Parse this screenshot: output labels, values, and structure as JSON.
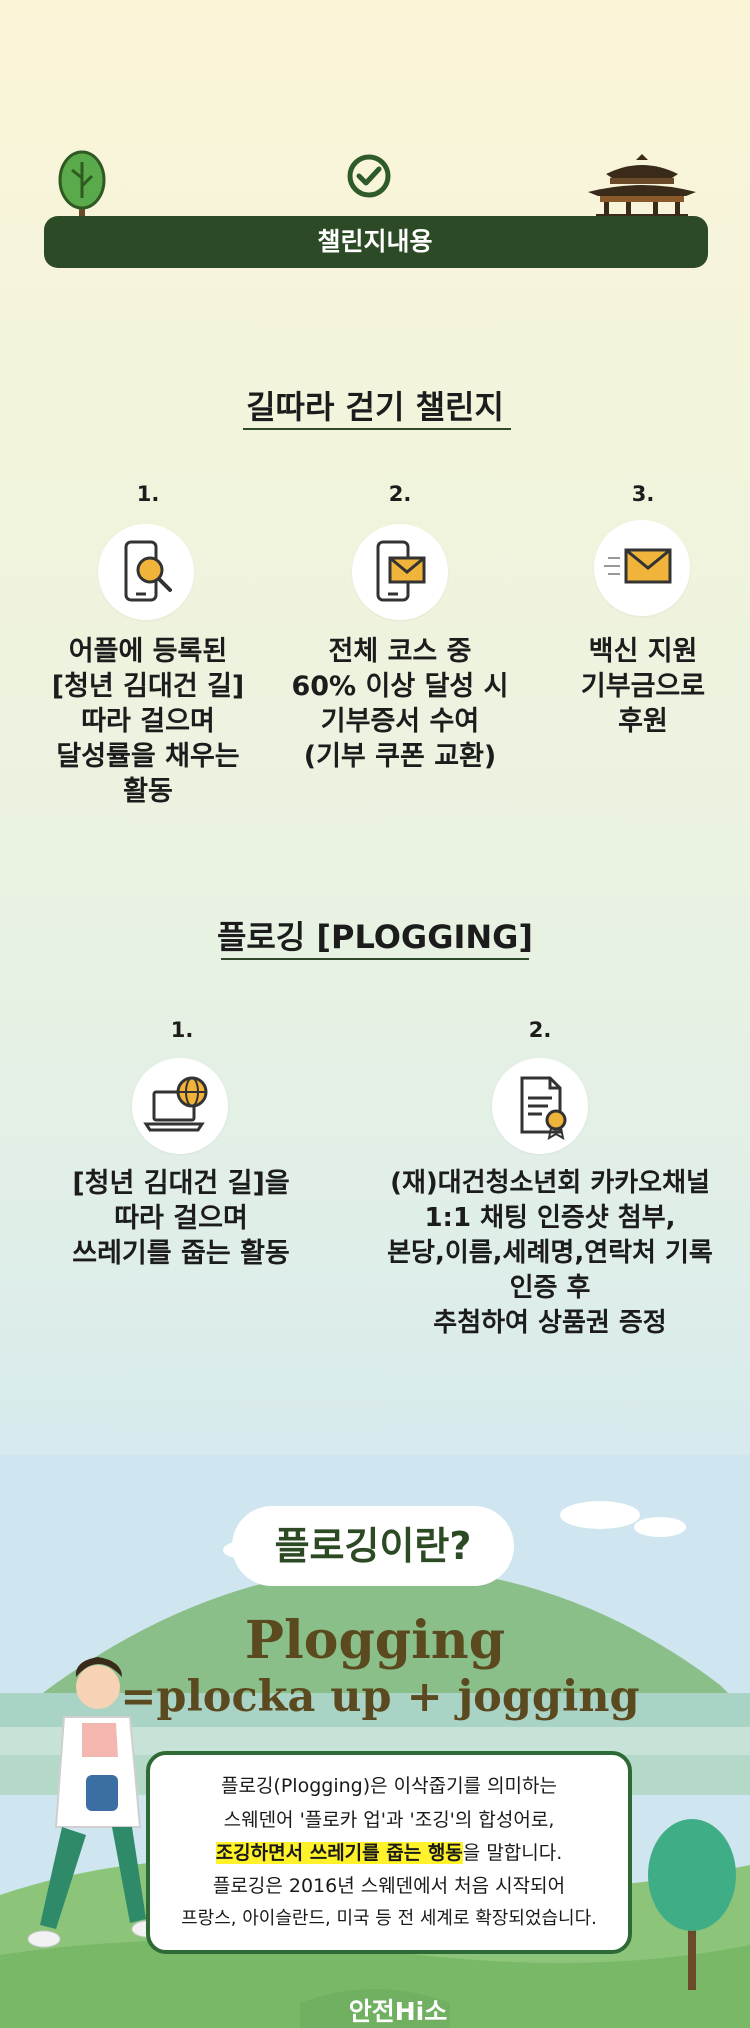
{
  "header": {
    "banner_title": "챌린지내용",
    "colors": {
      "banner": "#2d4a26",
      "check": "#2f5a2a"
    }
  },
  "walk_challenge": {
    "title": "길따라 걷기 챌린지",
    "steps": [
      {
        "number": "1.",
        "icon": "phone-search-icon",
        "lines": [
          "어플에 등록된",
          "[청년 김대건 길]",
          "따라 걸으며",
          "달성률을 채우는",
          "활동"
        ]
      },
      {
        "number": "2.",
        "icon": "phone-mail-icon",
        "lines": [
          "전체 코스 중",
          "60% 이상 달성 시",
          "기부증서 수여",
          "(기부 쿠폰 교환)"
        ]
      },
      {
        "number": "3.",
        "icon": "mail-icon",
        "lines": [
          "백신 지원",
          "기부금으로",
          "후원"
        ]
      }
    ]
  },
  "plogging": {
    "title": "플로깅 [PLOGGING]",
    "steps": [
      {
        "number": "1.",
        "icon": "laptop-globe-icon",
        "lines": [
          "[청년 김대건 길]을",
          "따라 걸으며",
          "쓰레기를 줍는 활동"
        ]
      },
      {
        "number": "2.",
        "icon": "certificate-icon",
        "lines": [
          "(재)대건청소년회 카카오채널",
          "1:1 채팅 인증샷 첨부,",
          "본당,이름,세례명,연락처 기록",
          "인증 후",
          "추첨하여 상품권 증정"
        ]
      }
    ]
  },
  "about": {
    "bubble_title": "플로깅이란?",
    "headline": "Plogging",
    "formula": "=plocka up + jogging",
    "lines": {
      "l1": "플로깅(Plogging)은 이삭줍기를 의미하는",
      "l2": "스웨덴어 '플로카 업'과 '조깅'의 합성어로,",
      "l3_highlight": "조깅하면서 쓰레기를 줍는 행동",
      "l3_rest": "을 말합니다.",
      "l4": "플로깅은 2016년 스웨덴에서 처음 시작되어",
      "l5": "프랑스, 아이슬란드, 미국 등 전 세계로 확장되었습니다."
    },
    "logo": "안전Hi소"
  }
}
